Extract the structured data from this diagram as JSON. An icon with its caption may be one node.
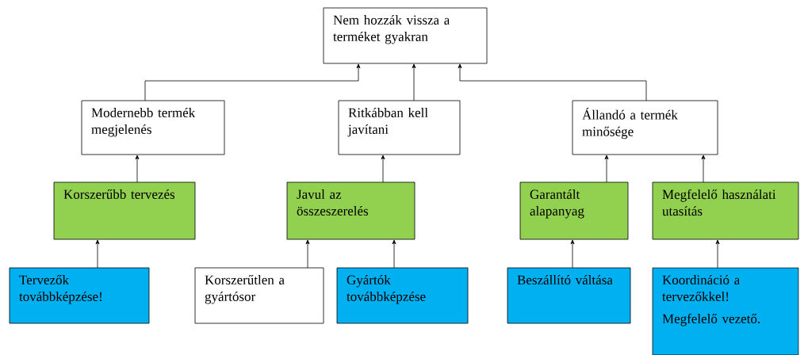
{
  "diagram": {
    "nodes": [
      {
        "text": [
          "Nem hozzák vissza a terméket gyakran"
        ]
      },
      {
        "text": [
          "Modernebb termék megjelenés"
        ]
      },
      {
        "text": [
          "Ritkábban kell javítani"
        ]
      },
      {
        "text": [
          "Állandó a termék minősége"
        ]
      },
      {
        "text": [
          "Korszerűbb tervezés"
        ]
      },
      {
        "text": [
          "Javul az összeszerelés"
        ]
      },
      {
        "text": [
          "Garantált alapanyag"
        ]
      },
      {
        "text": [
          "Megfelelő használati utasítás"
        ]
      },
      {
        "text": [
          "Tervezők továbbképzése!"
        ]
      },
      {
        "text": [
          "Korszerűtlen a gyártósor"
        ]
      },
      {
        "text": [
          "Gyártók továbbképzése"
        ]
      },
      {
        "text": [
          "Beszállító váltása"
        ]
      },
      {
        "text": [
          "Koordináció a tervezőkkel!",
          "Megfelelő vezető."
        ]
      }
    ],
    "edges": [
      {
        "from": 1,
        "to": 0,
        "arrow": "to"
      },
      {
        "from": 2,
        "to": 0,
        "arrow": "to"
      },
      {
        "from": 3,
        "to": 0,
        "arrow": "to"
      },
      {
        "from": 4,
        "to": 1,
        "arrow": "to"
      },
      {
        "from": 5,
        "to": 2,
        "arrow": "to"
      },
      {
        "from": 6,
        "to": 3,
        "arrow": "to"
      },
      {
        "from": 7,
        "to": 3,
        "arrow": "to"
      },
      {
        "from": 8,
        "to": 4,
        "arrow": "to"
      },
      {
        "from": 9,
        "to": 5,
        "arrow": "to"
      },
      {
        "from": 10,
        "to": 5,
        "arrow": "to"
      },
      {
        "from": 11,
        "to": 6,
        "arrow": "to"
      },
      {
        "from": 12,
        "to": 7,
        "arrow": "to"
      }
    ]
  }
}
